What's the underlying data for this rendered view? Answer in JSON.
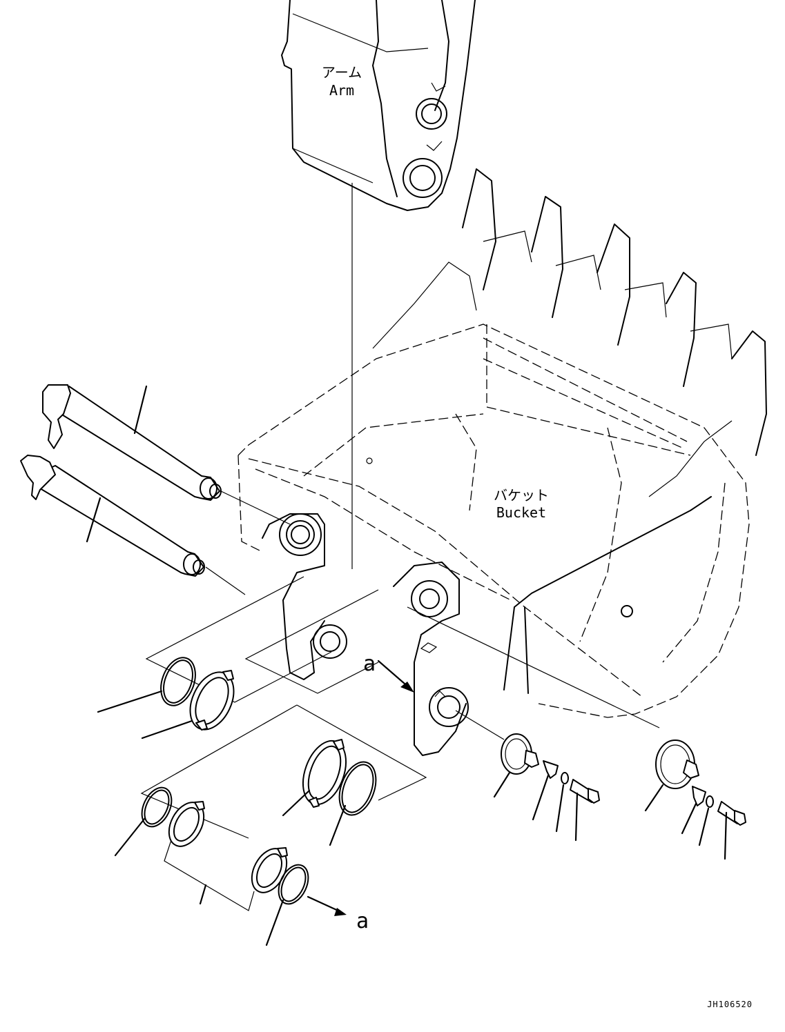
{
  "labels": {
    "arm_jp": "アーム",
    "arm_en": "Arm",
    "bucket_jp": "バケット",
    "bucket_en": "Bucket",
    "view_marker_top": "a",
    "view_marker_bottom": "a",
    "drawing_id": "JH106520"
  }
}
